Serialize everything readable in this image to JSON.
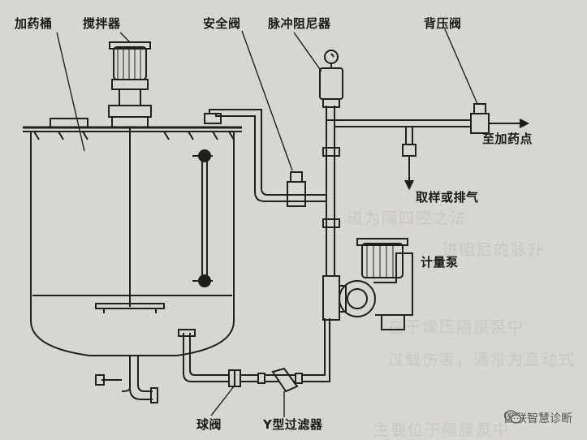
{
  "labels": {
    "tank": "加药桶",
    "mixer": "搅拌器",
    "safety_valve": "安全阀",
    "pulse_damper": "脉冲阻尼器",
    "back_pressure_valve": "背压阀",
    "to_dosing_point": "至加药点",
    "sampling": "取样或排气",
    "metering_pump": "计量泵",
    "ball_valve": "球阀",
    "y_filter": "Y型过滤器"
  },
  "background_text": [
    "道为隔四腔之法",
    "进阻尼的脉升",
    "在干燥压隔膜泵中",
    "过载伤害，通常为直动式",
    "主要位于隔膜泵中"
  ],
  "watermark": {
    "source": "因联智慧诊断",
    "icon": "wechat-icon"
  },
  "colors": {
    "line": "#1f1f1f",
    "paper": "#d8d6d1"
  }
}
